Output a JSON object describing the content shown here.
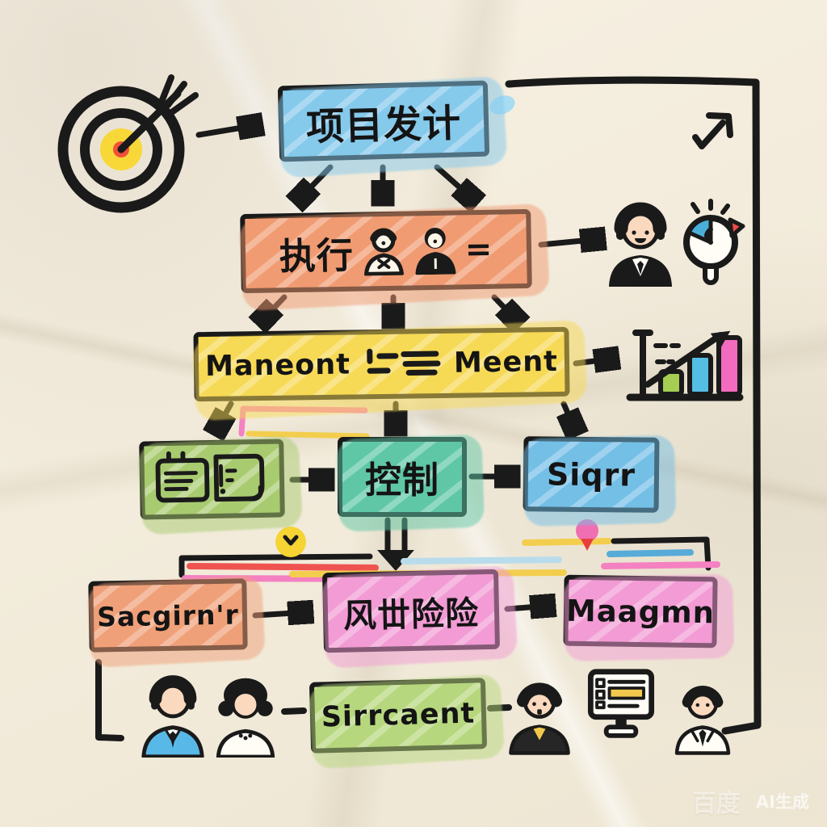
{
  "paper": {
    "color": "#f4edde"
  },
  "nodes": {
    "project_plan": {
      "label": "项目发计",
      "color": "#85C9EB"
    },
    "execute": {
      "label": "执行",
      "equals": "=",
      "color": "#F19B72"
    },
    "management": {
      "left": "Maneont",
      "right": "Meent",
      "color": "#F6D955"
    },
    "documents": {
      "color": "#A9CB70"
    },
    "control": {
      "label": "控制",
      "color": "#5FC7A6"
    },
    "siqrr": {
      "label": "Siqrr",
      "color": "#74BFE6"
    },
    "sacgirnr": {
      "label": "Sacgirn'r",
      "color": "#F0A078"
    },
    "risk": {
      "label": "风丗险险",
      "color": "#F29BD4"
    },
    "maagmn": {
      "label": "Maagmn",
      "color": "#F29BD4"
    },
    "sirrcaent": {
      "label": "Sirrcaent",
      "color": "#B6D77D"
    }
  },
  "icons": {
    "target": "dartboard-with-dart",
    "exec_people": "two-person-doodles",
    "businessman": "businessman-doodle",
    "pie_chart": "pie-chart-doodle",
    "bar_chart": "rising-bar-chart",
    "documents": "notepad-and-page",
    "ne_arrow": "northeast-arrow",
    "team": "people-and-monitor"
  },
  "watermark": {
    "brand": "百度",
    "badge": "AI生成"
  }
}
